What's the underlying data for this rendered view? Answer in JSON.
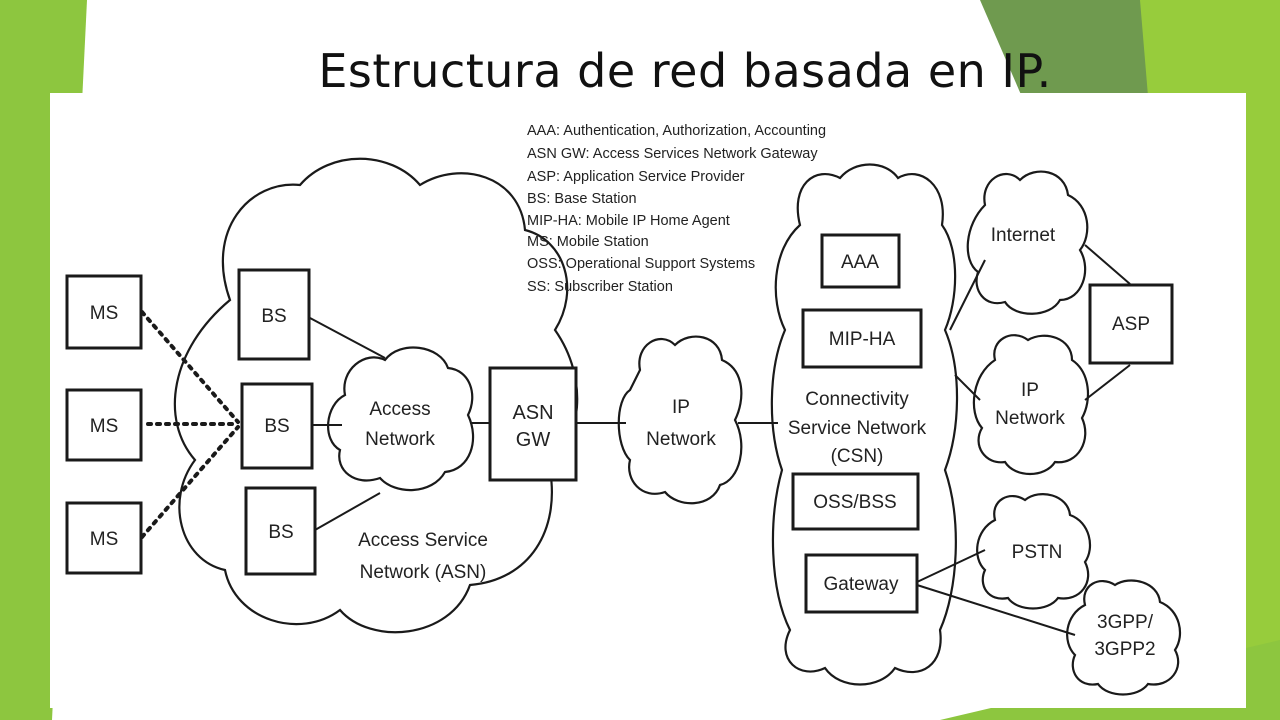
{
  "slide": {
    "title": "Estructura de red basada en IP."
  },
  "legend": [
    "AAA: Authentication, Authorization, Accounting",
    "ASN GW: Access Services Network Gateway",
    "ASP:  Application Service Provider",
    "BS: Base Station",
    "MIP-HA: Mobile IP Home Agent",
    "MS: Mobile Station",
    "OSS: Operational Support Systems",
    "SS: Subscriber Station"
  ],
  "nodes": {
    "ms_1": "MS",
    "ms_2": "MS",
    "ms_3": "MS",
    "bs_1": "BS",
    "bs_2": "BS",
    "bs_3": "BS",
    "access_network": [
      "Access",
      "Network"
    ],
    "asn": [
      "Access Service",
      "Network (ASN)"
    ],
    "asn_gw": [
      "ASN",
      "GW"
    ],
    "ip_network_center": [
      "IP",
      "Network"
    ],
    "aaa": "AAA",
    "mip_ha": "MIP-HA",
    "csn": [
      "Connectivity",
      "Service Network",
      "(CSN)"
    ],
    "oss_bss": "OSS/BSS",
    "gateway": "Gateway",
    "internet": "Internet",
    "asp": "ASP",
    "ip_network_right": [
      "IP",
      "Network"
    ],
    "pstn": "PSTN",
    "threegpp": [
      "3GPP/",
      "3GPP2"
    ]
  },
  "colors": {
    "accent_green": "#8dc63f",
    "dark_green": "#6f9a4f",
    "lime": "#97cc3c"
  }
}
